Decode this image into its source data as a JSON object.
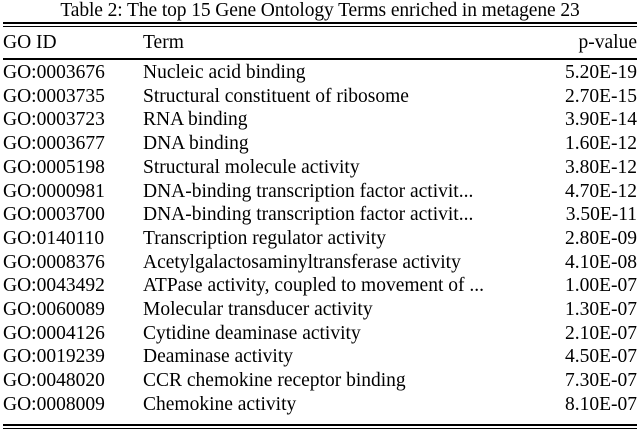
{
  "caption": {
    "text": "Table 2: The top 15 Gene Ontology Terms enriched in metagene 23"
  },
  "table": {
    "columns": [
      {
        "key": "go_id",
        "label": "GO ID",
        "align": "left"
      },
      {
        "key": "term",
        "label": "Term",
        "align": "left"
      },
      {
        "key": "p_value",
        "label": "p-value",
        "align": "right"
      }
    ],
    "rows": [
      {
        "go_id": "GO:0003676",
        "term": "Nucleic acid binding",
        "p_value": "5.20E-19"
      },
      {
        "go_id": "GO:0003735",
        "term": "Structural constituent of ribosome",
        "p_value": "2.70E-15"
      },
      {
        "go_id": "GO:0003723",
        "term": "RNA binding",
        "p_value": "3.90E-14"
      },
      {
        "go_id": "GO:0003677",
        "term": "DNA binding",
        "p_value": "1.60E-12"
      },
      {
        "go_id": "GO:0005198",
        "term": "Structural molecule activity",
        "p_value": "3.80E-12"
      },
      {
        "go_id": "GO:0000981",
        "term": "DNA-binding transcription factor activit...",
        "p_value": "4.70E-12"
      },
      {
        "go_id": "GO:0003700",
        "term": "DNA-binding transcription factor activit...",
        "p_value": "3.50E-11"
      },
      {
        "go_id": "GO:0140110",
        "term": "Transcription regulator activity",
        "p_value": "2.80E-09"
      },
      {
        "go_id": "GO:0008376",
        "term": "Acetylgalactosaminyltransferase activity",
        "p_value": "4.10E-08"
      },
      {
        "go_id": "GO:0043492",
        "term": "ATPase activity, coupled to movement of ...",
        "p_value": "1.00E-07"
      },
      {
        "go_id": "GO:0060089",
        "term": "Molecular transducer activity",
        "p_value": "1.30E-07"
      },
      {
        "go_id": "GO:0004126",
        "term": "Cytidine deaminase activity",
        "p_value": "2.10E-07"
      },
      {
        "go_id": "GO:0019239",
        "term": "Deaminase activity",
        "p_value": "4.50E-07"
      },
      {
        "go_id": "GO:0048020",
        "term": "CCR chemokine receptor binding",
        "p_value": "7.30E-07"
      },
      {
        "go_id": "GO:0008009",
        "term": "Chemokine activity",
        "p_value": "8.10E-07"
      }
    ]
  },
  "style": {
    "text_color": "#000000",
    "background_color": "#ffffff",
    "rule_color": "#000000"
  }
}
